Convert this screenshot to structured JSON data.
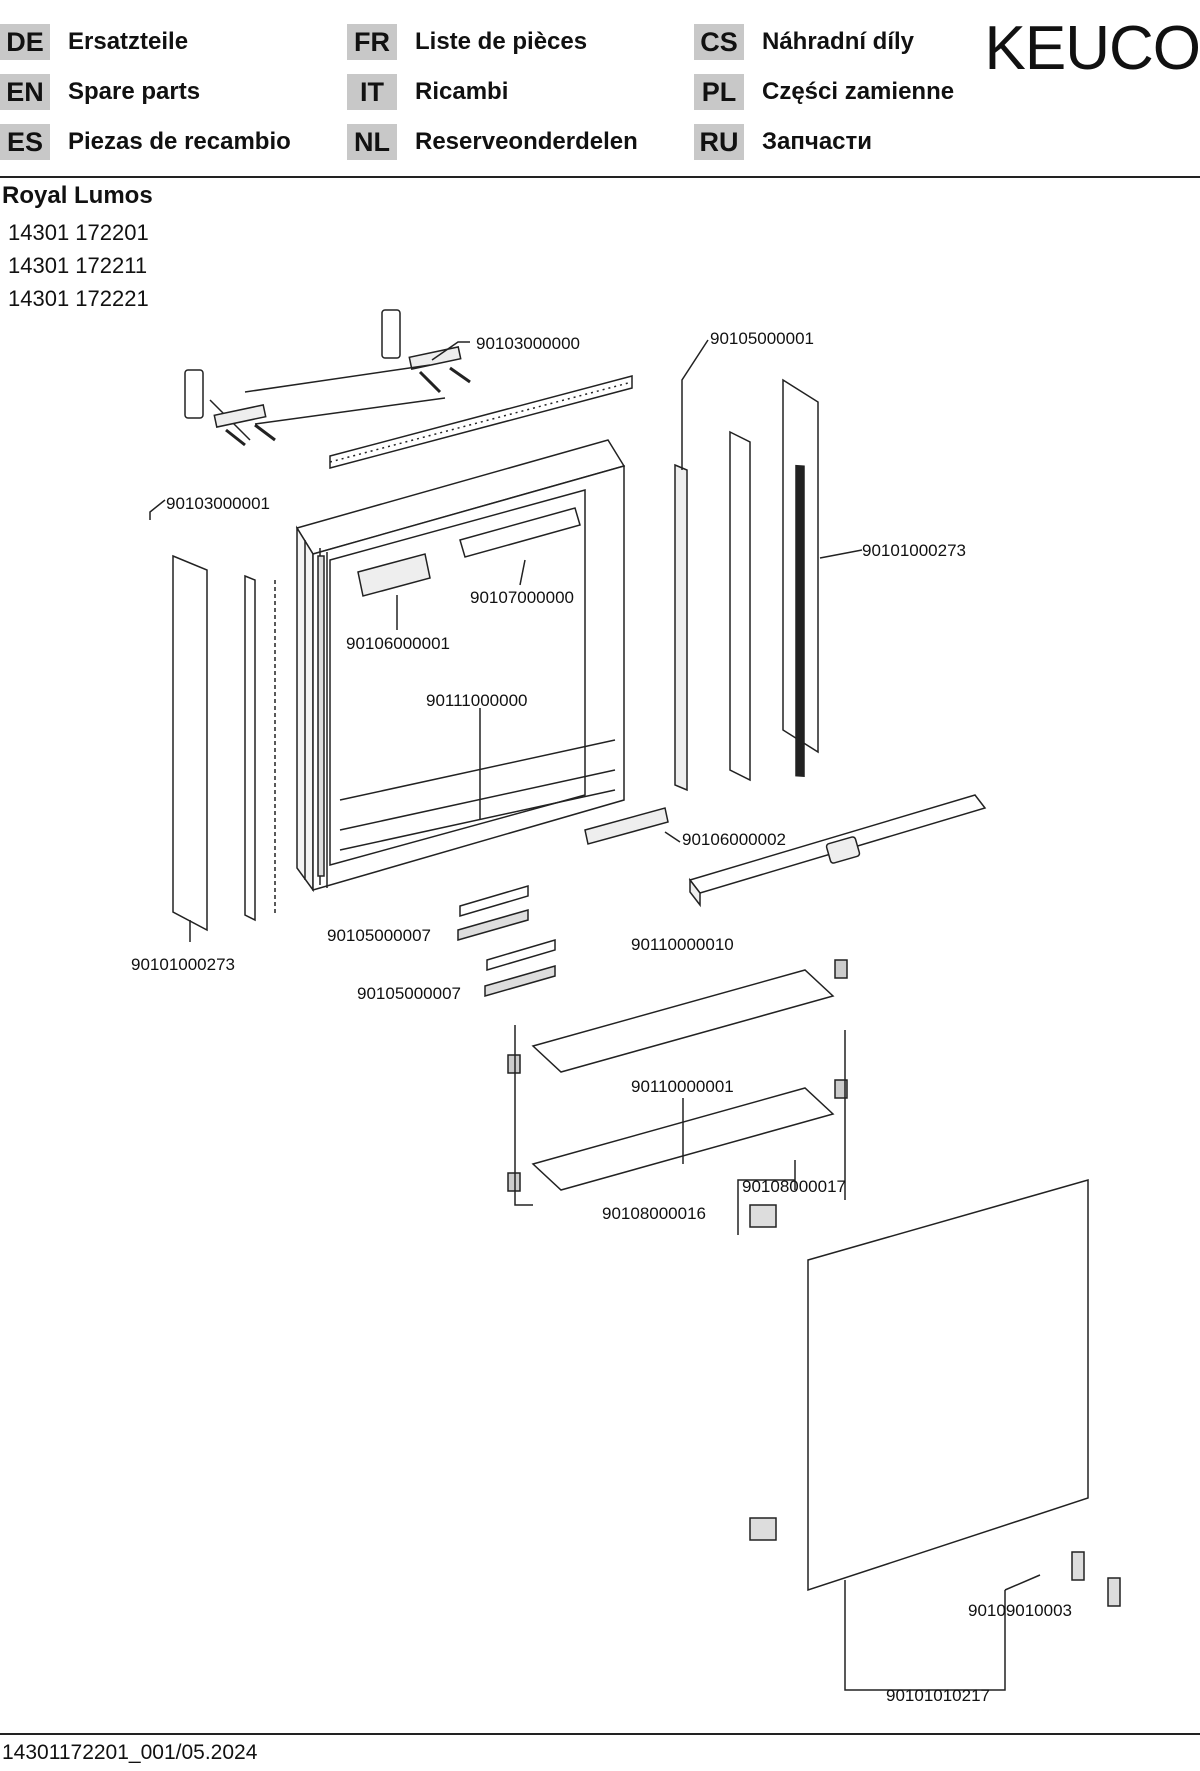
{
  "header": {
    "languages": [
      {
        "code": "DE",
        "label": "Ersatzteile"
      },
      {
        "code": "EN",
        "label": "Spare parts"
      },
      {
        "code": "ES",
        "label": "Piezas de recambio"
      },
      {
        "code": "FR",
        "label": "Liste de pièces"
      },
      {
        "code": "IT",
        "label": "Ricambi"
      },
      {
        "code": "NL",
        "label": "Reserveonderdelen"
      },
      {
        "code": "CS",
        "label": "Náhradní díly"
      },
      {
        "code": "PL",
        "label": "Części zamienne"
      },
      {
        "code": "RU",
        "label": "Запчасти"
      }
    ],
    "logo": "KEUCO"
  },
  "product": {
    "name": "Royal Lumos",
    "articles": [
      "14301 172201",
      "14301 172211",
      "14301 172221"
    ]
  },
  "parts": {
    "p90103000000": "90103000000",
    "p90105000001": "90105000001",
    "p90103000001": "90103000001",
    "p90101000273_right": "90101000273",
    "p90107000000": "90107000000",
    "p90106000001": "90106000001",
    "p90111000000": "90111000000",
    "p90106000002": "90106000002",
    "p90105000007_a": "90105000007",
    "p90105000007_b": "90105000007",
    "p90101000273_left": "90101000273",
    "p90110000010": "90110000010",
    "p90110000001": "90110000001",
    "p90108000017": "90108000017",
    "p90108000016": "90108000016",
    "p90109010003": "90109010003",
    "p90101010217": "90101010217"
  },
  "footer": {
    "doc_id": "14301172201_001/05.2024"
  }
}
